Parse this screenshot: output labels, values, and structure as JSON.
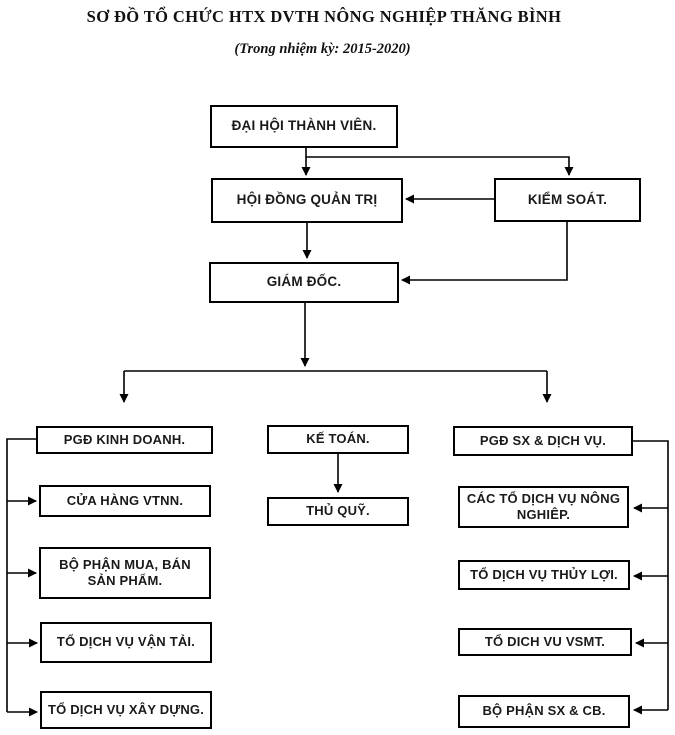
{
  "header": {
    "title": "SƠ ĐỒ TỔ CHỨC HTX DVTH NÔNG NGHIỆP THĂNG BÌNH",
    "subtitle": "(Trong nhiệm kỳ: 2015-2020)"
  },
  "nodes": {
    "dai_hoi": "ĐẠI HỘI THÀNH VIÊN.",
    "hoi_dong": "HỘI ĐỒNG QUẢN TRỊ",
    "kiem_soat": "KIỂM SOÁT.",
    "giam_doc": "GIÁM ĐỐC.",
    "pgd_kinh_doanh": "PGĐ KINH DOANH.",
    "ke_toan": "KẾ TOÁN.",
    "pgd_sx_dich_vu": "PGĐ SX & DỊCH VỤ.",
    "cua_hang_vtnn": "CỬA HÀNG VTNN.",
    "bo_phan_mua_ban": "BỘ PHẬN MUA, BÁN\nSẢN PHẨM.",
    "to_dv_van_tai": "TỔ DỊCH VỤ VẬN TẢI.",
    "to_dv_xay_dung": "TỔ DỊCH VỤ XÂY DỰNG.",
    "thu_quy": "THỦ QUỸ.",
    "cac_to_dv_nong_nghiep": "CÁC TỔ DỊCH VỤ NÔNG\nNGHIÊP.",
    "to_dv_thuy_loi": "TỔ DỊCH VỤ THỦY LỢI.",
    "to_dich_vu_vsmt": "TỔ DICH VU VSMT.",
    "bo_phan_sx_cb": "BỘ PHẬN SX & CB."
  },
  "relations": [
    [
      "dai_hoi",
      "hoi_dong"
    ],
    [
      "dai_hoi",
      "kiem_soat"
    ],
    [
      "kiem_soat",
      "hoi_dong"
    ],
    [
      "hoi_dong",
      "giam_doc"
    ],
    [
      "kiem_soat",
      "giam_doc"
    ],
    [
      "giam_doc",
      "pgd_kinh_doanh"
    ],
    [
      "giam_doc",
      "pgd_sx_dich_vu"
    ],
    [
      "ke_toan",
      "thu_quy"
    ],
    [
      "pgd_kinh_doanh",
      "cua_hang_vtnn"
    ],
    [
      "pgd_kinh_doanh",
      "bo_phan_mua_ban"
    ],
    [
      "pgd_kinh_doanh",
      "to_dv_van_tai"
    ],
    [
      "pgd_kinh_doanh",
      "to_dv_xay_dung"
    ],
    [
      "pgd_sx_dich_vu",
      "cac_to_dv_nong_nghiep"
    ],
    [
      "pgd_sx_dich_vu",
      "to_dv_thuy_loi"
    ],
    [
      "pgd_sx_dich_vu",
      "to_dich_vu_vsmt"
    ],
    [
      "pgd_sx_dich_vu",
      "bo_phan_sx_cb"
    ]
  ],
  "colors": {
    "line": "#000000",
    "box_border": "#000000",
    "text": "#1a1a1a",
    "background": "#ffffff"
  }
}
